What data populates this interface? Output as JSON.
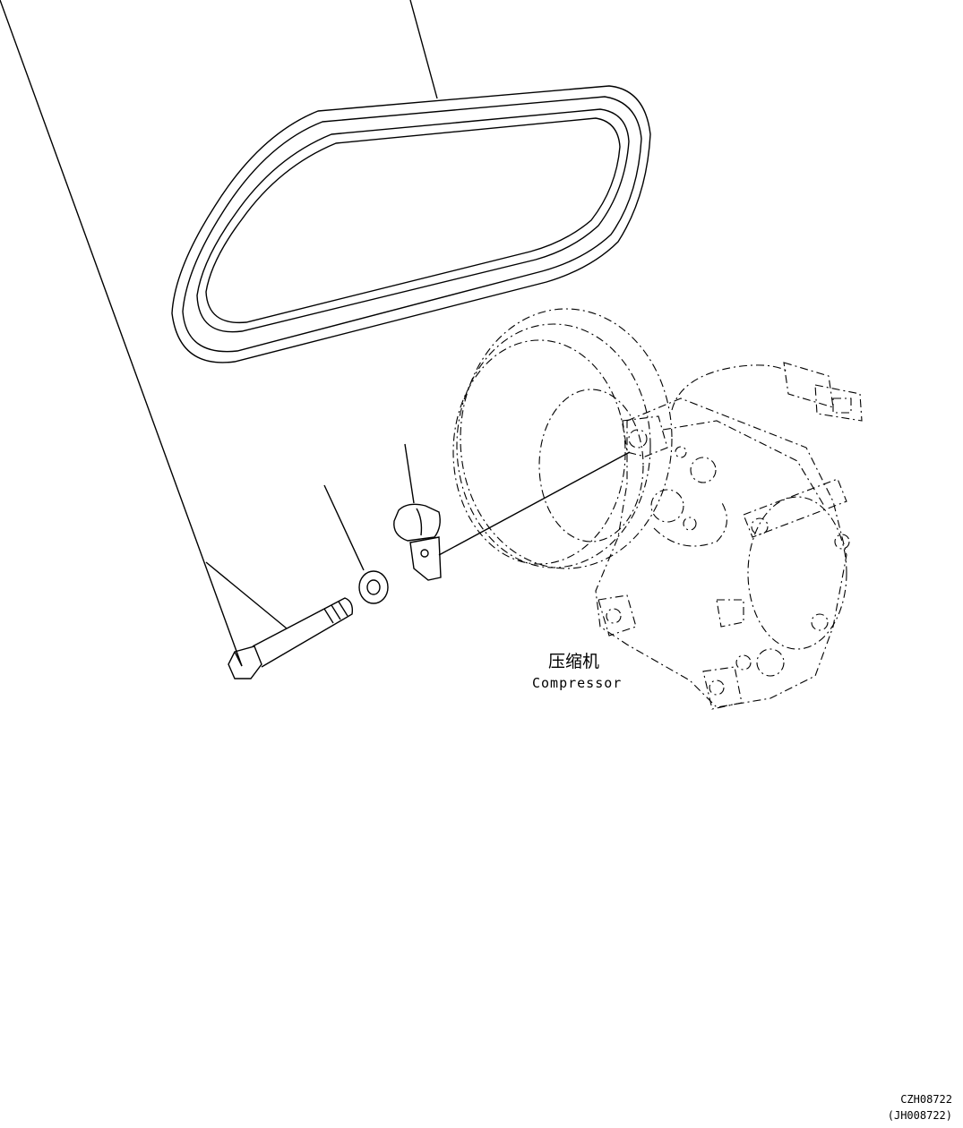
{
  "labels": {
    "compressor_cn": "压缩机",
    "compressor_en": "Compressor"
  },
  "figure_code": {
    "primary": "CZH08722",
    "secondary": "(JH008722)"
  }
}
